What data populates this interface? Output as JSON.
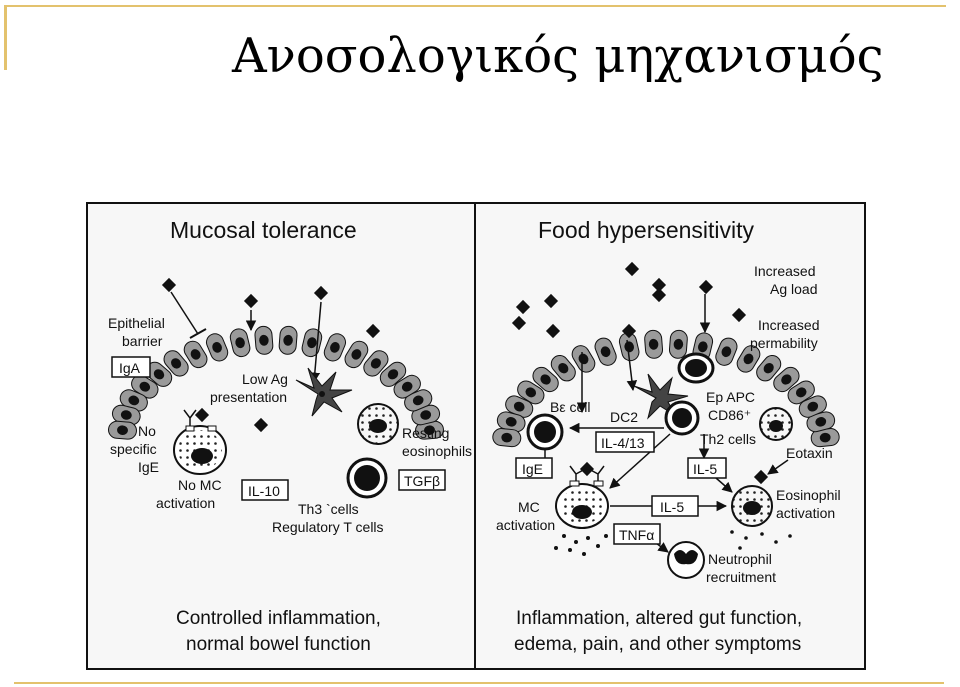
{
  "slide": {
    "title": "Ανοσολογικός μηχανισμός",
    "accent_color": "#e3c26d"
  },
  "figure": {
    "left_panel": {
      "header": "Mucosal tolerance",
      "labels": {
        "epithelial_1": "Epithelial",
        "epithelial_2": "barrier",
        "iga": "IgA",
        "low_ag_1": "Low Ag",
        "low_ag_2": "presentation",
        "no_specific_1": "No",
        "no_specific_2": "specific",
        "no_specific_3": "IgE",
        "no_mc_1": "No MC",
        "no_mc_2": "activation",
        "il10": "IL-10",
        "resting_1": "Resting",
        "resting_2": "eosinophils",
        "tgfb": "TGFβ",
        "th3": "Th3 `cells",
        "treg": "Regulatory T cells"
      },
      "outcome_1": "Controlled inflammation,",
      "outcome_2": "normal bowel function"
    },
    "right_panel": {
      "header": "Food hypersensitivity",
      "labels": {
        "increased_ag_1": "Increased",
        "increased_ag_2": "Ag load",
        "increased_perm_1": "Increased",
        "increased_perm_2": "permability",
        "be_cell": "Bε cell",
        "dc2": "DC2",
        "ep_apc": "Ep APC",
        "cd86": "CD86⁺",
        "th2": "Th2 cells",
        "il413": "IL-4/13",
        "ige": "IgE",
        "il5_a": "IL-5",
        "eotaxin": "Eotaxin",
        "mc_1": "MC",
        "mc_2": "activation",
        "il5_b": "IL-5",
        "eos_1": "Eosinophil",
        "eos_2": "activation",
        "tnfa": "TNFα",
        "neut_1": "Neutrophil",
        "neut_2": "recruitment"
      },
      "outcome_1": "Inflammation, altered gut function,",
      "outcome_2": "edema, pain, and other symptoms"
    }
  }
}
